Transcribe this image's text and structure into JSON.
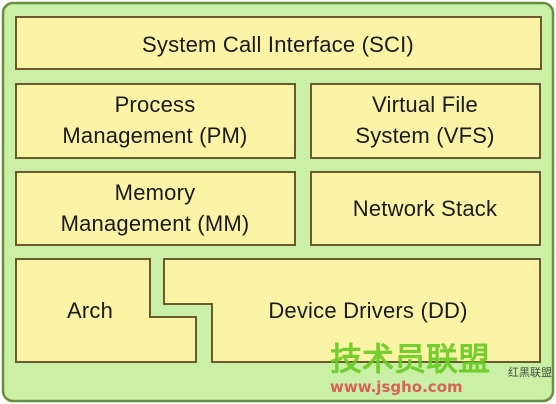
{
  "diagram": {
    "colors": {
      "outer_fill": "#c9f0a4",
      "outer_border": "#6a8f3c",
      "block_fill": "#fbf3a5",
      "block_border": "#6b5a2e"
    },
    "blocks": {
      "sci": {
        "label_line1": "System Call Interface (SCI)"
      },
      "pm": {
        "label_line1": "Process",
        "label_line2": "Management (PM)"
      },
      "vfs": {
        "label_line1": "Virtual File",
        "label_line2": "System (VFS)"
      },
      "mm": {
        "label_line1": "Memory",
        "label_line2": "Management (MM)"
      },
      "net": {
        "label_line1": "Network Stack"
      },
      "arch": {
        "label_line1": "Arch"
      },
      "dd": {
        "label_line1": "Device Drivers (DD)"
      }
    }
  },
  "watermark": {
    "brand_cn": "技术员联盟",
    "url": "www.jsgho.com",
    "small_cn": "红黑联盟"
  }
}
